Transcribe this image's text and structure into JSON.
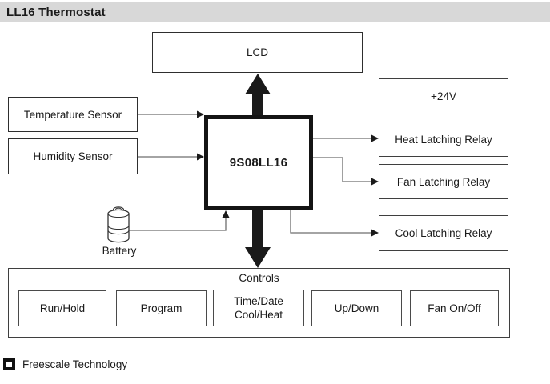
{
  "header": {
    "title": "LL16 Thermostat"
  },
  "diagram": {
    "lcd_label": "LCD",
    "chip_label": "9S08LL16",
    "inputs": [
      {
        "label": "Temperature Sensor"
      },
      {
        "label": "Humidity Sensor"
      }
    ],
    "battery_label": "Battery",
    "outputs": [
      {
        "label": "+24V"
      },
      {
        "label": "Heat Latching Relay"
      },
      {
        "label": "Fan Latching Relay"
      },
      {
        "label": "Cool Latching Relay"
      }
    ],
    "controls": {
      "title": "Controls",
      "buttons": [
        {
          "label": "Run/Hold"
        },
        {
          "label": "Program"
        },
        {
          "label": "Time/Date\nCool/Heat"
        },
        {
          "label": "Up/Down"
        },
        {
          "label": "Fan On/Off"
        }
      ]
    }
  },
  "legend": {
    "label": "Freescale Technology"
  },
  "colors": {
    "titlebar_bg": "#d8d8d8",
    "ink": "#1a1a1a",
    "wire_gray": "#6e6e6e",
    "box_border": "#3f3f3f"
  }
}
